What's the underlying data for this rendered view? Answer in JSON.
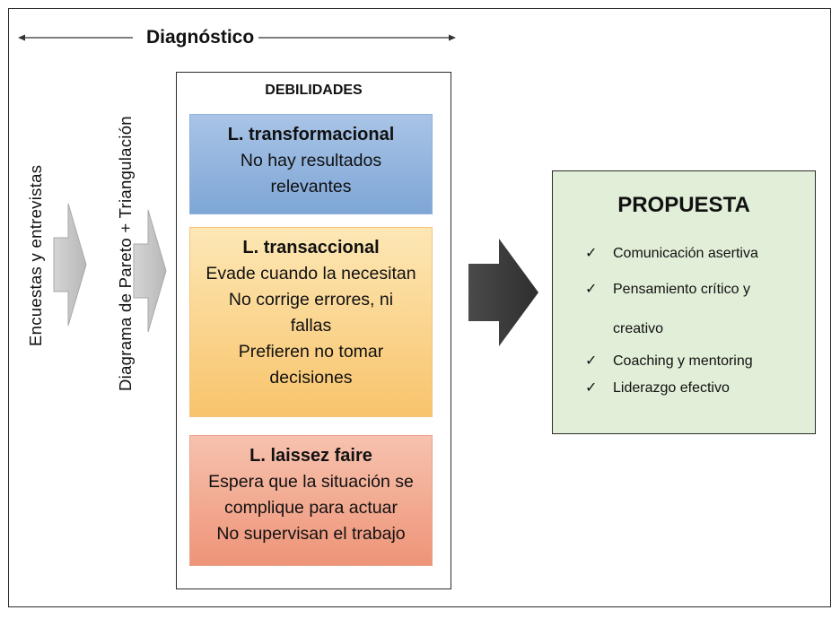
{
  "diagnostico": {
    "title": "Diagnóstico"
  },
  "inputs": {
    "left_label": "Encuestas  y entrevistas",
    "right_label": "Diagrama de Pareto + Triangulación"
  },
  "debilidades": {
    "title": "DEBILIDADES",
    "cards": [
      {
        "heading": "L. transformacional",
        "lines": [
          "No hay resultados",
          "relevantes"
        ],
        "color": "#7ea6d6"
      },
      {
        "heading": "L. transaccional",
        "lines": [
          "Evade cuando la necesitan",
          "No corrige errores, ni",
          "fallas",
          "Prefieren no tomar",
          "decisiones"
        ],
        "color": "#f8c46c"
      },
      {
        "heading": "L. laissez faire",
        "lines": [
          "Espera que la situación se",
          "complique para actuar",
          "No supervisan el trabajo"
        ],
        "color": "#ee9478"
      }
    ]
  },
  "propuesta": {
    "title": "PROPUESTA",
    "check_symbol": "✓",
    "items": [
      "Comunicación asertiva",
      "Pensamiento crítico y",
      "creativo",
      "Coaching y mentoring",
      "Liderazgo efectivo"
    ],
    "background": "#e1eed8"
  }
}
